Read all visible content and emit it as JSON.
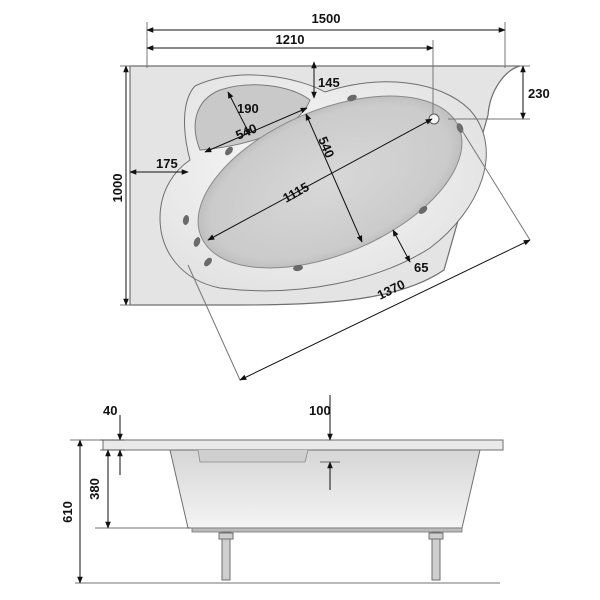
{
  "colors": {
    "outline": "#6f6f6f",
    "deck": "#d9d9d9",
    "rim": "#f2f2f2",
    "basin": "#cfcfcf",
    "basin_dark": "#a9a9a9",
    "line": "#111111",
    "jet": "#6a6a6a"
  },
  "plan_view": {
    "dimensions": {
      "overall_width": "1500",
      "drain_offset_width": "1210",
      "corner_offset": "230",
      "headrest_gap": "145",
      "headrest_depth": "190",
      "headrest_width": "540",
      "basin_width": "540",
      "side_margin": "175",
      "overall_depth": "1000",
      "basin_length": "1115",
      "rim_width": "65",
      "diagonal_length": "1370"
    },
    "jets": "jet-icon"
  },
  "side_view": {
    "dimensions": {
      "deck_thickness": "40",
      "inner_offset": "100",
      "basin_depth": "380",
      "overall_height": "610"
    }
  }
}
